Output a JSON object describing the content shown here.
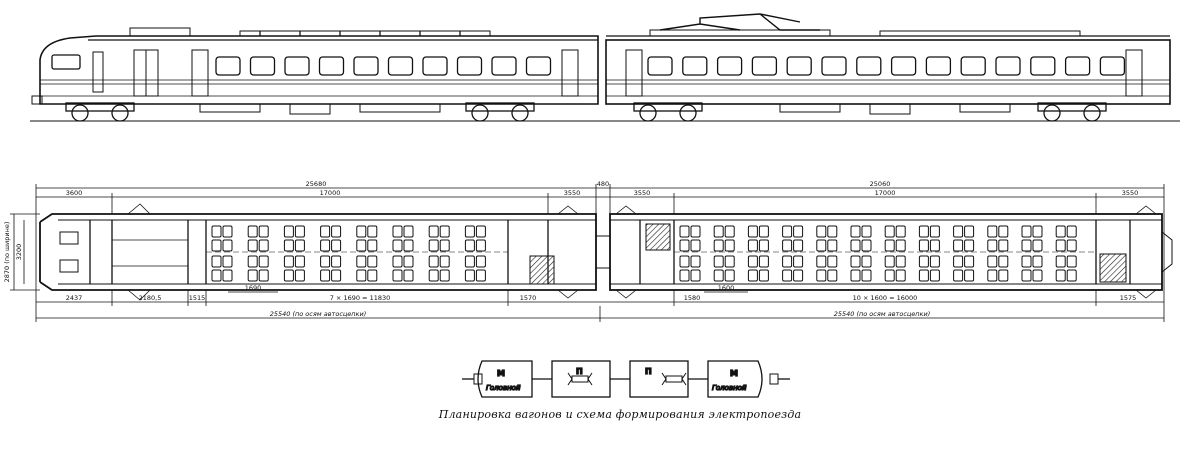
{
  "caption": "Планировка вагонов и схема формирования электропоезда",
  "dimensions": {
    "head_overall": "25680",
    "trailer_overall": "25060",
    "gap": "480",
    "head_end": "3600",
    "head_mid": "17000",
    "head_tail": "3550",
    "trailer_start": "3550",
    "trailer_mid": "17000",
    "trailer_end": "3550",
    "head_front": "2437",
    "head_vest": "2180,5",
    "head_pitch_left": "1515",
    "seat_pitch_head": "1690",
    "head_seats": "7 × 1690 = 11830",
    "head_pitch_right": "1570",
    "trailer_pitch_left": "1580",
    "seat_pitch_trailer": "1600",
    "trailer_seats": "10 × 1600 = 16000",
    "trailer_pitch_right": "1575",
    "head_bogies": "25540 (по осям автосцепки)",
    "trailer_bogies": "25540 (по осям автосцепки)",
    "width_inner": "2870 (по ширине)",
    "width_outer": "3200"
  },
  "formation": [
    {
      "code": "М",
      "name": "Головной"
    },
    {
      "code": "П",
      "name": ""
    },
    {
      "code": "П",
      "name": ""
    },
    {
      "code": "М",
      "name": "Головной"
    }
  ]
}
